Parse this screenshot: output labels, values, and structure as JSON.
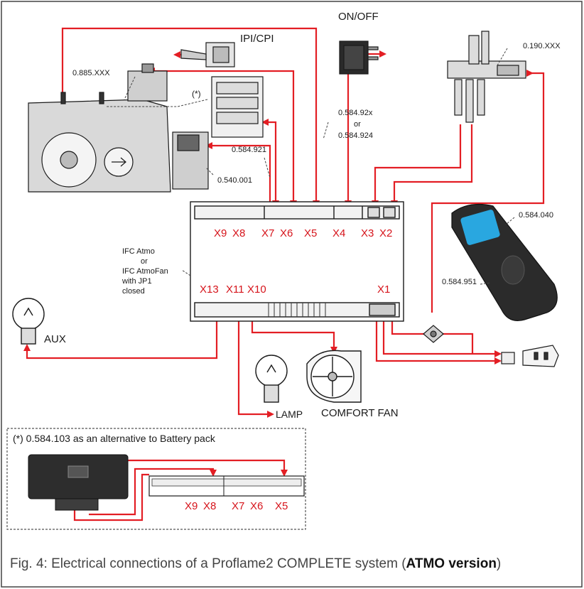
{
  "colors": {
    "wire": "#e31e24",
    "outline": "#1a1a1a",
    "label_red": "#d6141b",
    "caption_bold": "#111111"
  },
  "labels": {
    "on_off": "ON/OFF",
    "ipi_cpi": "IPI/CPI",
    "valve_code": "0.885.XXX",
    "battery_note": "(*)",
    "pilot_code": "0.190.XXX",
    "switch_code_a": "0.584.92x",
    "switch_code_or": "or",
    "switch_code_b": "0.584.924",
    "motor_code": "0.584.921",
    "solenoid_code": "0.540.001",
    "remote_code": "0.584.040",
    "receiver_code": "0.584.951",
    "ifc_line1": "IFC Atmo",
    "ifc_line2": "or",
    "ifc_line3": "IFC AtmoFan",
    "ifc_line4": "with JP1",
    "ifc_line5": "closed",
    "aux": "AUX",
    "lamp": "LAMP",
    "comfort_fan": "COMFORT FAN"
  },
  "connectors_top": [
    "X9",
    "X8",
    "X7",
    "X6",
    "X5",
    "X4",
    "X3",
    "X2"
  ],
  "connectors_bottom": [
    "X13",
    "X11",
    "X10",
    "X1"
  ],
  "inset": {
    "note": "(*) 0.584.103 as an alternative to Battery pack",
    "connectors": [
      "X9",
      "X8",
      "X7",
      "X6",
      "X5"
    ]
  },
  "caption": {
    "prefix": "Fig. 4: Electrical connections of a Proflame2 COMPLETE system (",
    "bold": "ATMO version",
    "suffix": ")"
  }
}
